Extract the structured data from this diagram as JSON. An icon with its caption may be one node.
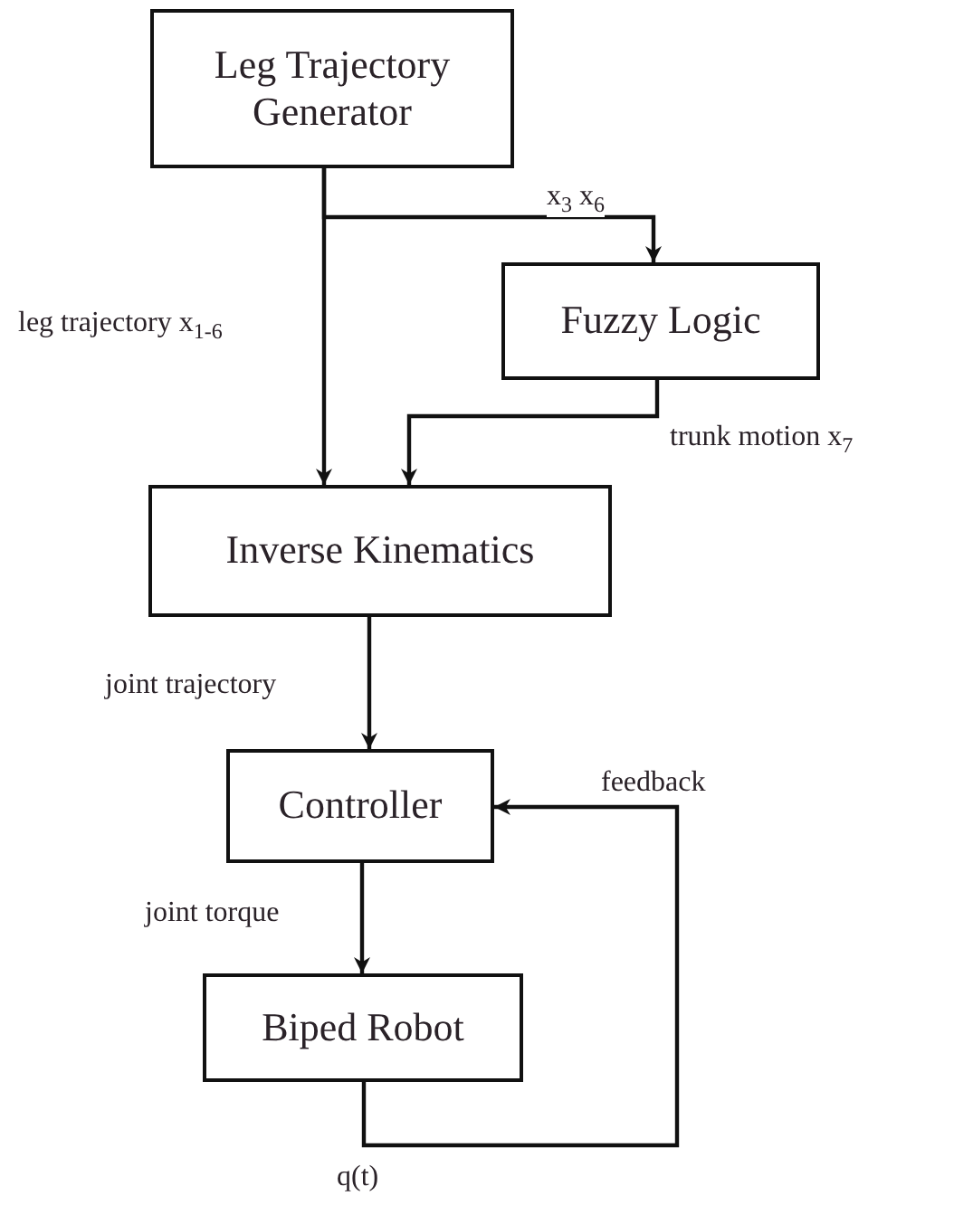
{
  "diagram": {
    "nodes": [
      {
        "text": [
          "Leg Trajectory Generator"
        ]
      },
      {
        "text": [
          "Fuzzy Logic"
        ]
      },
      {
        "text": [
          "Inverse Kinematics"
        ]
      },
      {
        "text": [
          "Controller"
        ]
      },
      {
        "text": [
          "Biped Robot"
        ]
      }
    ],
    "edges": [
      {
        "from": 0,
        "to": 1,
        "arrow": "to",
        "label": "x$_{3}$ x$_{6}$"
      },
      {
        "from": 0,
        "to": 2,
        "arrow": "to",
        "label": "leg trajectory x$_{1-6}$"
      },
      {
        "from": 1,
        "to": 2,
        "arrow": "to",
        "label": "trunk motion x$_{7}$"
      },
      {
        "from": 2,
        "to": 3,
        "arrow": "to",
        "label": "joint trajectory"
      },
      {
        "from": 3,
        "to": 4,
        "arrow": "to",
        "label": "joint torque"
      },
      {
        "from": 4,
        "to": 3,
        "arrow": "to",
        "label": "q(t)"
      }
    ],
    "labels": [
      "feedback"
    ]
  }
}
